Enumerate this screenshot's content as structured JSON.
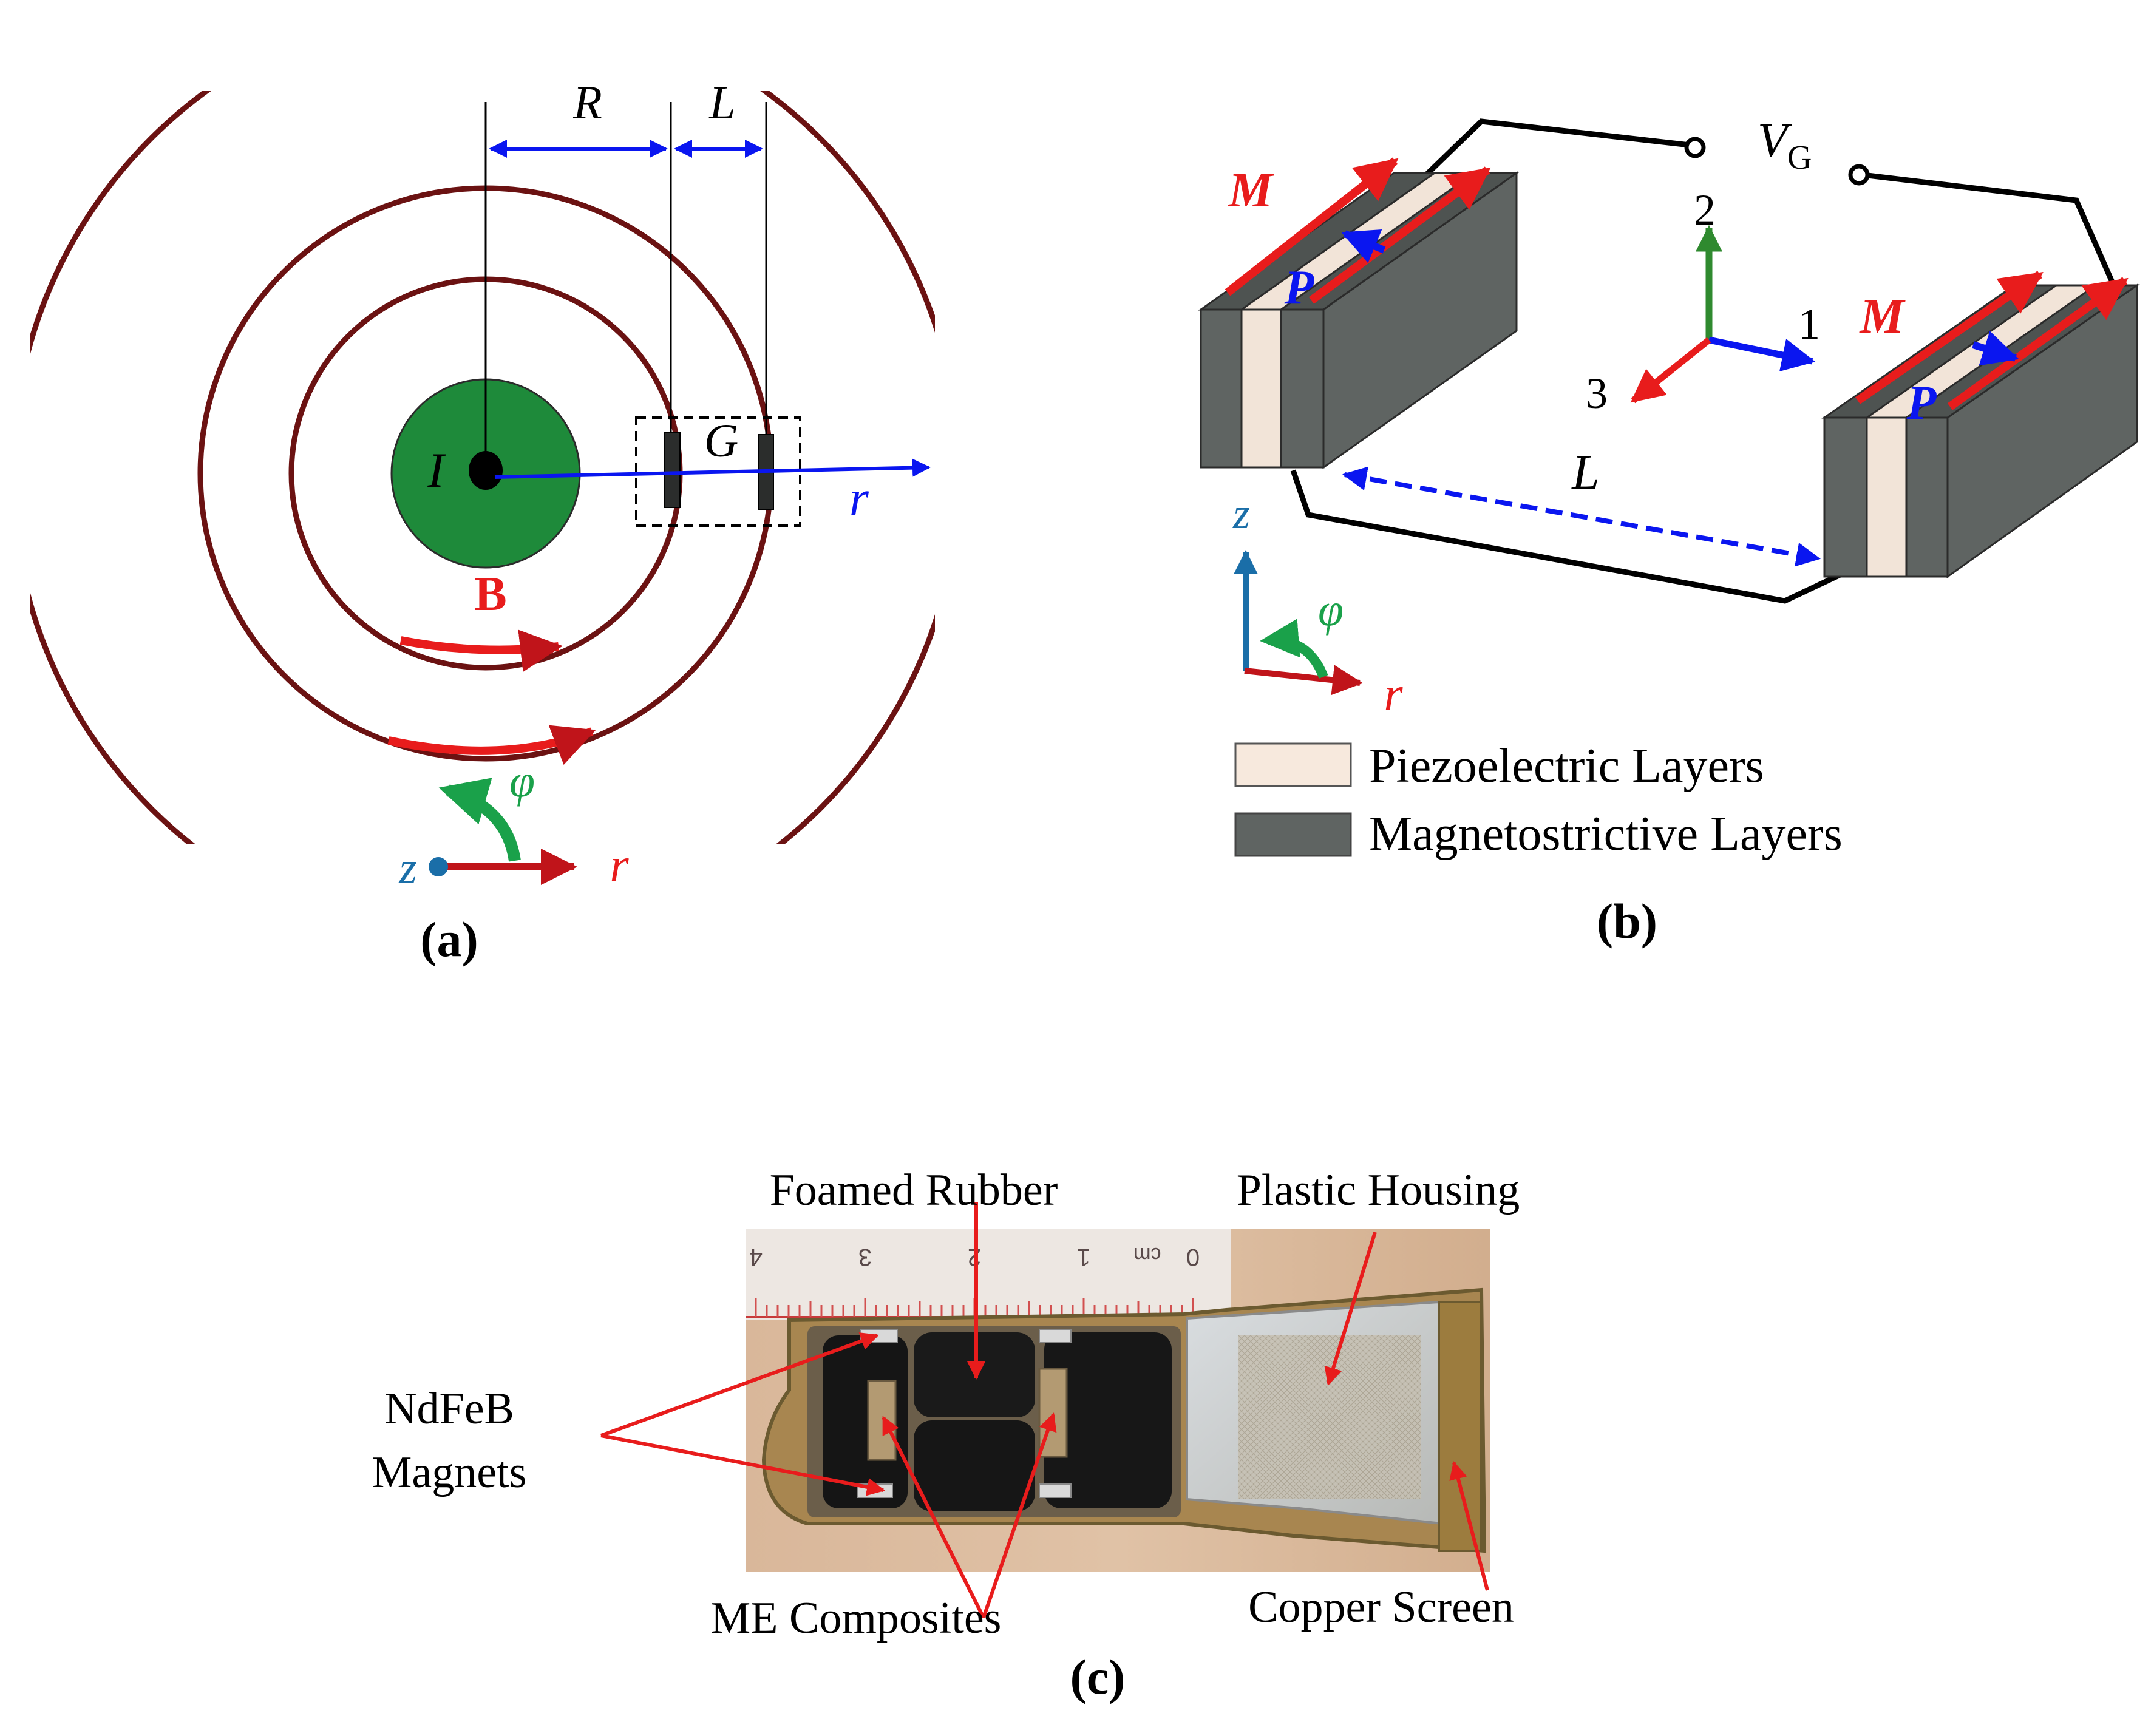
{
  "panel_a": {
    "caption": "(a)",
    "dim_R": "R",
    "dim_L": "L",
    "label_G": "G",
    "label_I": "I",
    "label_r": "r",
    "label_B": "B",
    "axis_phi": "φ",
    "axis_z": "z",
    "axis_r": "r"
  },
  "panel_b": {
    "caption": "(b)",
    "voltage_V": "V",
    "voltage_sub": "G",
    "left_M": "M",
    "left_P": "P",
    "right_M": "M",
    "right_P": "P",
    "axis_1": "1",
    "axis_2": "2",
    "axis_3": "3",
    "sep_L": "L",
    "cyl_z": "z",
    "cyl_phi": "φ",
    "cyl_r": "r",
    "legend": [
      {
        "label": "Piezoelectric Layers",
        "color": "#f7e9dd"
      },
      {
        "label": "Magnetostrictive Layers",
        "color": "#5f6462"
      }
    ]
  },
  "panel_c": {
    "caption": "(c)",
    "labels": {
      "foamed_rubber": "Foamed Rubber",
      "plastic_housing": "Plastic Housing",
      "ndfeb_line1": "NdFeB",
      "ndfeb_line2": "Magnets",
      "me_composites": "ME Composites",
      "copper_screen": "Copper Screen"
    },
    "ruler_labels": [
      "4",
      "3",
      "2",
      "1",
      "0",
      "cm"
    ]
  },
  "colors": {
    "ring": "#6b1212",
    "conductor": "#1e8a3a",
    "arrow_blue": "#0a16f0",
    "arrow_red": "#e81c1c",
    "phi_green": "#1aa14a",
    "axis_green": "#2f8a2f",
    "z_blue": "#1a6ea8",
    "mag_layer": "#5f6462",
    "piezo_layer": "#f2e4d8"
  }
}
